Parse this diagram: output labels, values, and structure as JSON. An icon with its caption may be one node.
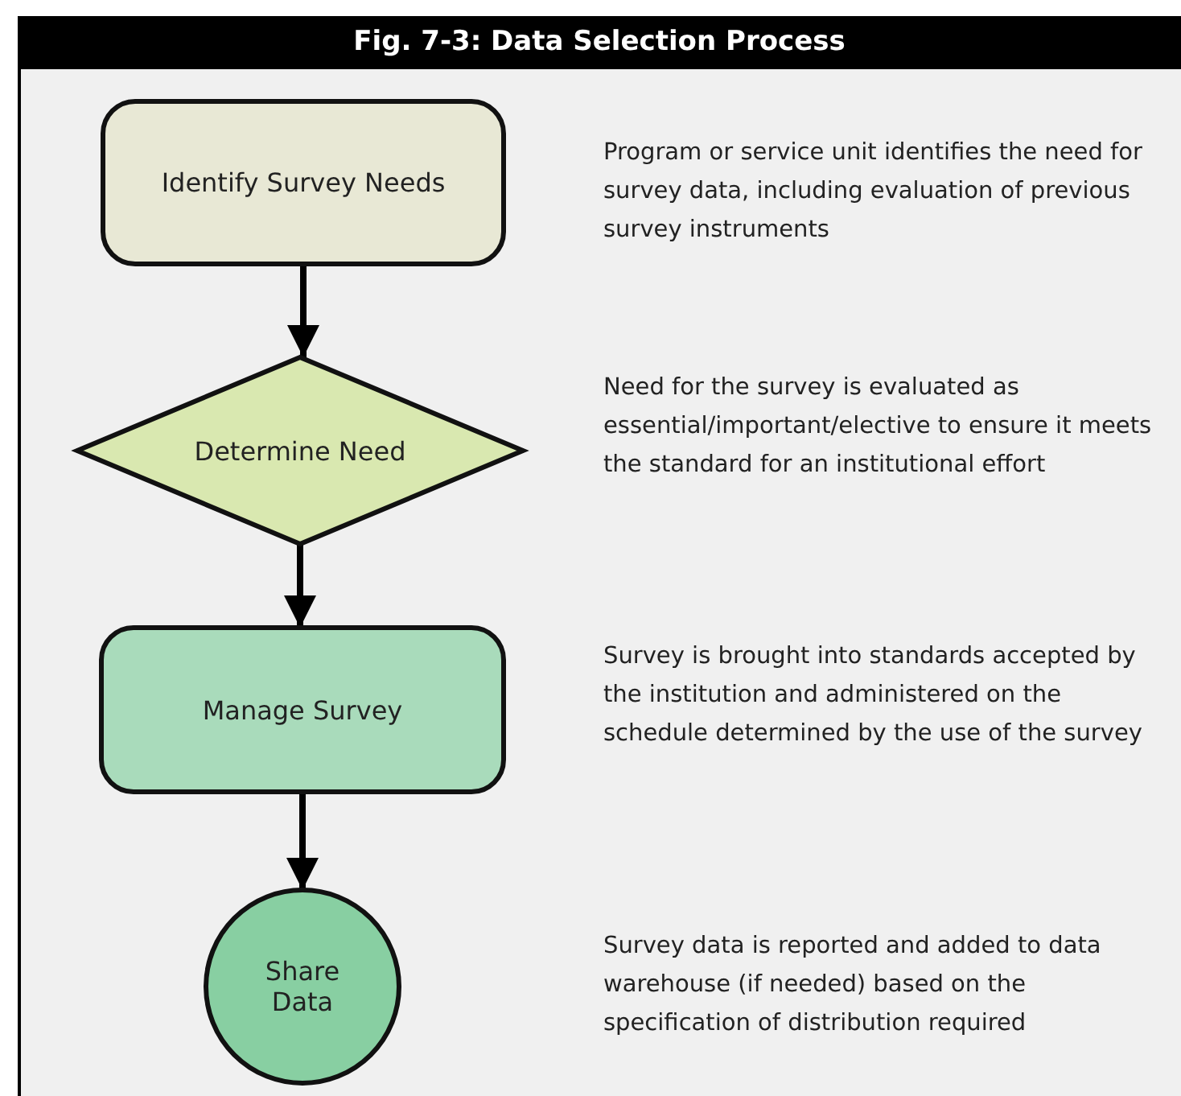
{
  "diagram": {
    "title": "Fig. 7-3: Data Selection Process",
    "nodes": [
      {
        "text": [
          "Identify Survey Needs"
        ]
      },
      {
        "text": [
          "Determine Need"
        ]
      },
      {
        "text": [
          "Manage Survey"
        ]
      },
      {
        "text": [
          "Share Data"
        ]
      }
    ],
    "edges": [
      {
        "from": 0,
        "to": 1,
        "arrow": "to"
      },
      {
        "from": 1,
        "to": 2,
        "arrow": "to"
      },
      {
        "from": 2,
        "to": 3,
        "arrow": "to"
      }
    ],
    "labels": [
      "Program or service unit identifies the need for survey data, including evaluation of previous survey instruments",
      "Need for the survey is evaluated as essential/important/elective to ensure it meets the standard for an institutional effort",
      "Survey is brought into standards accepted by the institution and administered on the schedule determined by the use of the survey",
      "Survey data is reported and added to data warehouse (if needed) based on the specification of distribution required"
    ]
  }
}
